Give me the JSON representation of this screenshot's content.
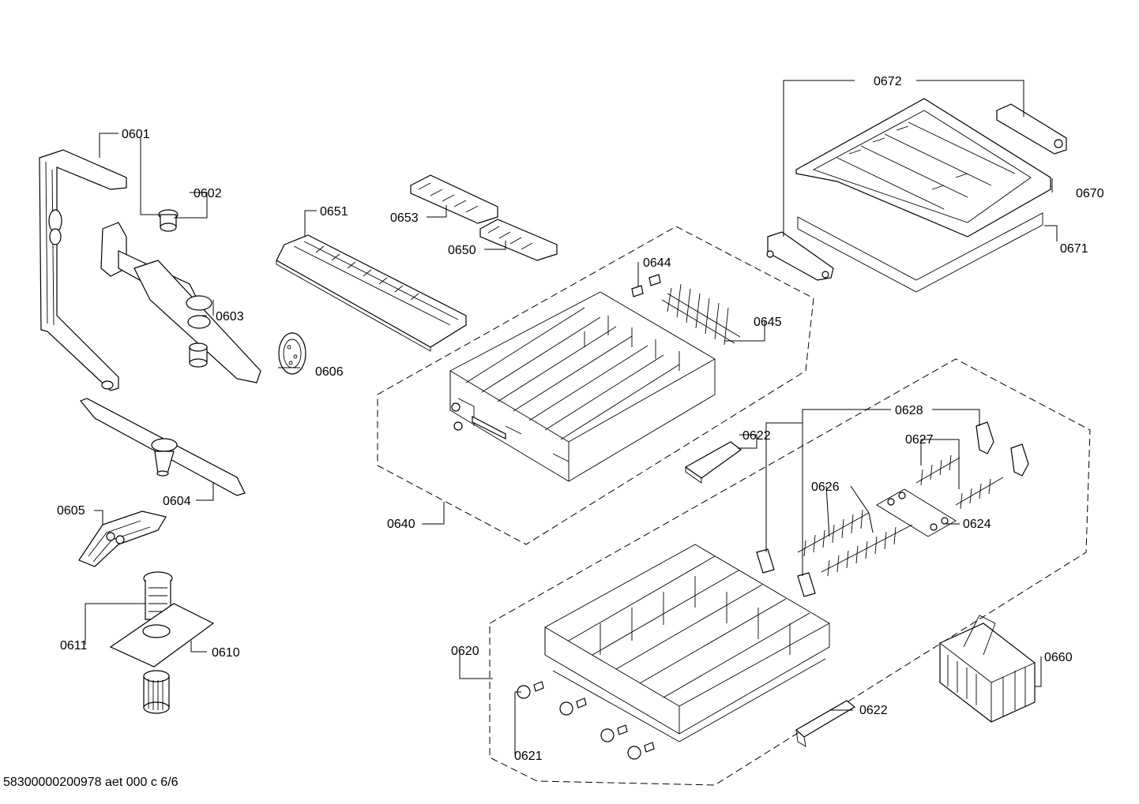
{
  "labels": {
    "p0601": "0601",
    "p0602": "0602",
    "p0603": "0603",
    "p0604": "0604",
    "p0605": "0605",
    "p0606": "0606",
    "p0610": "0610",
    "p0611": "0611",
    "p0620": "0620",
    "p0621": "0621",
    "p0622a": "0622",
    "p0622b": "0622",
    "p0624": "0624",
    "p0626": "0626",
    "p0627": "0627",
    "p0628": "0628",
    "p0640": "0640",
    "p0644": "0644",
    "p0645": "0645",
    "p0650": "0650",
    "p0651": "0651",
    "p0653": "0653",
    "p0660": "0660",
    "p0670": "0670",
    "p0671": "0671",
    "p0672": "0672"
  },
  "footer": {
    "doc_code": "58300000200978 aet 000 c 6/6"
  }
}
